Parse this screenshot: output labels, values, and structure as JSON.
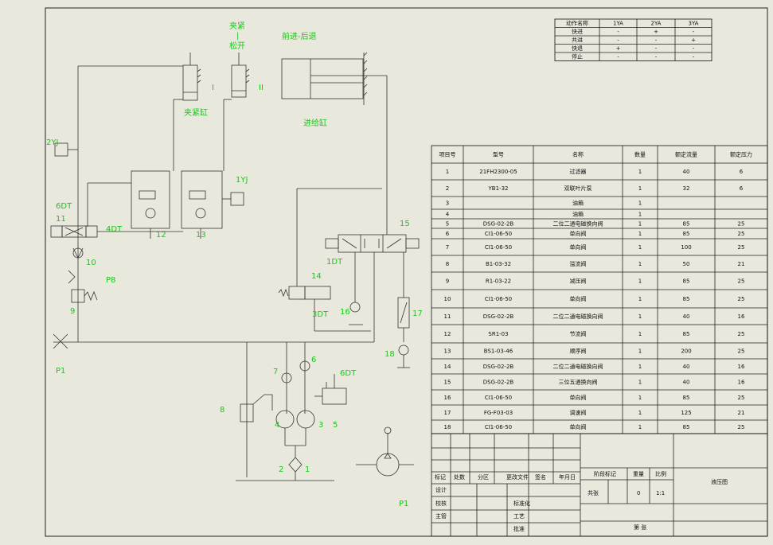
{
  "labels": {
    "clamp_release": [
      "夹紧",
      "|",
      "松开"
    ],
    "forward_back": "前进-后退",
    "clamp_cyl": "夹紧缸",
    "feed_cyl": "进给缸",
    "roman1": "I",
    "roman2": "II",
    "yj1": "1YJ",
    "yj2": "2YJ",
    "dt6a": "6DT",
    "dt6b": "6DT",
    "dt4": "4DT",
    "dt1": "1DT",
    "dt3": "3DT",
    "p8": "P8",
    "p1a": "P1",
    "p1b": "P1",
    "n1": "1",
    "n2": "2",
    "n3": "3",
    "n4": "4",
    "n5": "5",
    "n6": "6",
    "n7": "7",
    "n8": "8",
    "n9": "9",
    "n10": "10",
    "n11": "11",
    "n12": "12",
    "n13": "13",
    "n14": "14",
    "n15": "15",
    "n16": "16",
    "n17": "17",
    "n18": "18"
  },
  "action_table": {
    "headers": [
      "动作名称",
      "1YA",
      "2YA",
      "3YA"
    ],
    "rows": [
      [
        "快进",
        "-",
        "+",
        "-"
      ],
      [
        "共进",
        "-",
        "-",
        "+"
      ],
      [
        "快退",
        "+",
        "-",
        "-"
      ],
      [
        "停止",
        "-",
        "-",
        "-"
      ]
    ]
  },
  "parts_table": {
    "headers": [
      "项目号",
      "型号",
      "名称",
      "数量",
      "额定流量",
      "额定压力"
    ],
    "rows": [
      [
        "1",
        "21FH2300-05",
        "过滤器",
        "1",
        "40",
        "6"
      ],
      [
        "2",
        "YB1-32",
        "双联叶片泵",
        "1",
        "32",
        "6"
      ],
      [
        "3",
        "",
        "油箱",
        "1",
        "",
        ""
      ],
      [
        "4",
        "",
        "油箱",
        "1",
        "",
        ""
      ],
      [
        "5",
        "DSG-02-2B",
        "二位二通电磁换向阀",
        "1",
        "85",
        "25"
      ],
      [
        "6",
        "CI1-06-50",
        "单向阀",
        "1",
        "85",
        "25"
      ],
      [
        "7",
        "CI1-06-50",
        "单向阀",
        "1",
        "100",
        "25"
      ],
      [
        "8",
        "B1-03-32",
        "溢流阀",
        "1",
        "50",
        "21"
      ],
      [
        "9",
        "R1-03-22",
        "减压阀",
        "1",
        "85",
        "25"
      ],
      [
        "10",
        "CI1-06-50",
        "单向阀",
        "1",
        "85",
        "25"
      ],
      [
        "11",
        "DSG-02-2B",
        "二位二通电磁换向阀",
        "1",
        "40",
        "16"
      ],
      [
        "12",
        "SR1-03",
        "节流阀",
        "1",
        "85",
        "25"
      ],
      [
        "13",
        "BS1-03-46",
        "顺序阀",
        "1",
        "200",
        "25"
      ],
      [
        "14",
        "DSG-02-2B",
        "二位二通电磁换向阀",
        "1",
        "40",
        "16"
      ],
      [
        "15",
        "DSG-02-2B",
        "三位五通换向阀",
        "1",
        "40",
        "16"
      ],
      [
        "16",
        "CI1-06-50",
        "单向阀",
        "1",
        "85",
        "25"
      ],
      [
        "17",
        "FG-F03-03",
        "调速阀",
        "1",
        "125",
        "21"
      ],
      [
        "18",
        "CI1-06-50",
        "单向阀",
        "1",
        "85",
        "25"
      ]
    ]
  },
  "title_block": {
    "row_labels": [
      "标记",
      "处数",
      "分区",
      "更改文件",
      "签名",
      "年月日"
    ],
    "left_labels": [
      "设计",
      "校核",
      "主管"
    ],
    "mid_labels": [
      "标准化",
      "工艺",
      "批准"
    ],
    "right_headers": [
      "阶段标记",
      "重量",
      "比例"
    ],
    "sheet_labels": [
      "共张",
      "第张"
    ],
    "scale_values": [
      "0",
      "1:1"
    ],
    "drawing_name": "液压图",
    "sheet_footer": "第 张"
  }
}
